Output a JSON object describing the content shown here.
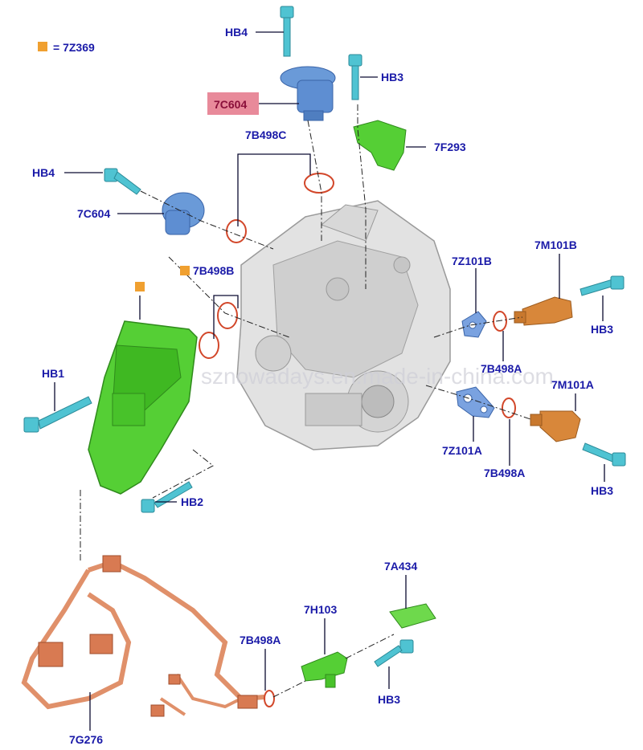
{
  "legend": {
    "text": "= 7Z369",
    "swatch_color": "#f0a030"
  },
  "labels": {
    "hb4_top": "HB4",
    "hb3_top": "HB3",
    "c7c604_top": "7C604",
    "c7b498c": "7B498C",
    "c7f293": "7F293",
    "hb4_left": "HB4",
    "c7c604_left": "7C604",
    "c7b498b": "7B498B",
    "c7z101b": "7Z101B",
    "c7m101b": "7M101B",
    "hb3_right1": "HB3",
    "c7b498a_1": "7B498A",
    "hb1": "HB1",
    "c7m101a": "7M101A",
    "c7z101a": "7Z101A",
    "c7b498a_2": "7B498A",
    "hb3_right2": "HB3",
    "hb2": "HB2",
    "c7a434": "7A434",
    "c7h103": "7H103",
    "c7b498a_3": "7B498A",
    "hb3_bottom": "HB3",
    "c7g276": "7G276"
  },
  "watermark": "sznowadays.en.made-in-china.com",
  "colors": {
    "label_text": "#1a1aa8",
    "highlight_box": "#e88a9a",
    "highlight_text": "#8a0f3a",
    "bolt": "#4fc3d2",
    "solenoid": "#6a9ad8",
    "bracket_green": "#5ad43a",
    "sensor_orange": "#d8873a",
    "plate_blue": "#7aa2e0",
    "seal_ring": "#d2472a",
    "harness": "#e0906a",
    "housing": "#dcdcdc"
  }
}
